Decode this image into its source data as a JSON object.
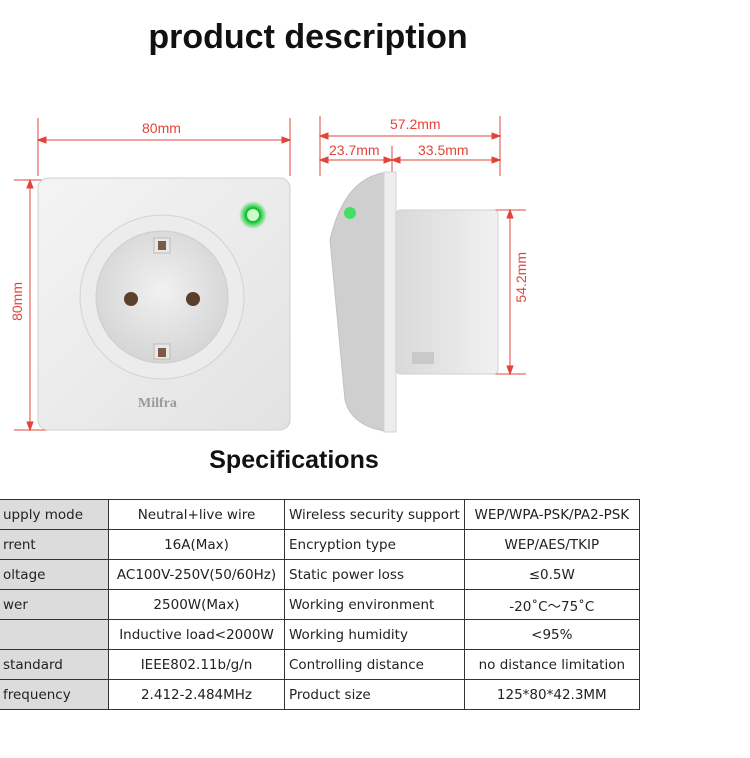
{
  "headings": {
    "product_description": "product description",
    "specifications": "Specifications"
  },
  "dimensions": {
    "front_width": "80mm",
    "front_height": "80mm",
    "side_depth_total": "57.2mm",
    "side_depth_front": "23.7mm",
    "side_depth_back": "33.5mm",
    "side_height": "54.2mm"
  },
  "brand": "Milfra",
  "colors": {
    "dimension_red": "#e0453a",
    "led_green": "#2bd64a",
    "label_gray": "#dcdcdc"
  },
  "specs": [
    {
      "label_left": "upply mode",
      "value_left": "Neutral+live wire",
      "label_right": "Wireless security support",
      "value_right": "WEP/WPA-PSK/PA2-PSK"
    },
    {
      "label_left": "rrent",
      "value_left": "16A(Max)",
      "label_right": "Encryption type",
      "value_right": "WEP/AES/TKIP"
    },
    {
      "label_left": "oltage",
      "value_left": "AC100V-250V(50/60Hz)",
      "label_right": "Static power loss",
      "value_right": "≤0.5W"
    },
    {
      "label_left": "wer",
      "value_left": "2500W(Max)",
      "label_right": "Working environment",
      "value_right": "-20˚C～75˚C"
    },
    {
      "label_left": "",
      "value_left": "Inductive load<2000W",
      "label_right": "Working humidity",
      "value_right": "<95%"
    },
    {
      "label_left": " standard",
      "value_left": "IEEE802.11b/g/n",
      "label_right": "Controlling distance",
      "value_right": "no distance limitation"
    },
    {
      "label_left": " frequency",
      "value_left": "2.412-2.484MHz",
      "label_right": "Product size",
      "value_right": "125*80*42.3MM"
    }
  ]
}
